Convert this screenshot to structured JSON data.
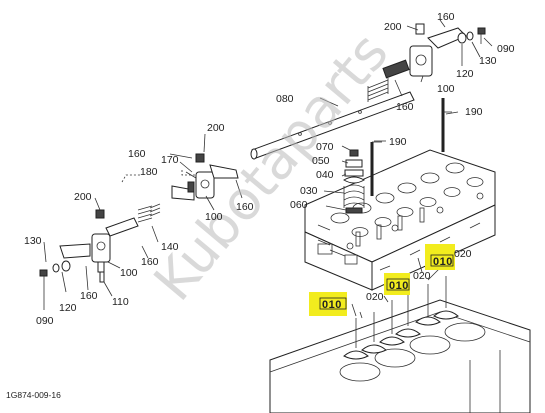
{
  "diagram": {
    "reference": "1G874-009-16",
    "watermark": "Kubotaparts",
    "labels": [
      {
        "id": "p200a",
        "text": "200"
      },
      {
        "id": "p160a",
        "text": "160"
      },
      {
        "id": "p090a",
        "text": "090"
      },
      {
        "id": "p120a",
        "text": "120"
      },
      {
        "id": "p130a",
        "text": "130"
      },
      {
        "id": "p080",
        "text": "080"
      },
      {
        "id": "p160b",
        "text": "160"
      },
      {
        "id": "p100a",
        "text": "100"
      },
      {
        "id": "p190a",
        "text": "190"
      },
      {
        "id": "p200b",
        "text": "200"
      },
      {
        "id": "p160c",
        "text": "160"
      },
      {
        "id": "p170",
        "text": "170"
      },
      {
        "id": "p070",
        "text": "070"
      },
      {
        "id": "p050",
        "text": "050"
      },
      {
        "id": "p190b",
        "text": "190"
      },
      {
        "id": "p040",
        "text": "040"
      },
      {
        "id": "p180",
        "text": "180"
      },
      {
        "id": "p030",
        "text": "030"
      },
      {
        "id": "p200c",
        "text": "200"
      },
      {
        "id": "p160d",
        "text": "160"
      },
      {
        "id": "p100b",
        "text": "100"
      },
      {
        "id": "p060",
        "text": "060"
      },
      {
        "id": "p140",
        "text": "140"
      },
      {
        "id": "p130b",
        "text": "130"
      },
      {
        "id": "p100c",
        "text": "100"
      },
      {
        "id": "p160e",
        "text": "160"
      },
      {
        "id": "p120b",
        "text": "120"
      },
      {
        "id": "p160f",
        "text": "160"
      },
      {
        "id": "p110",
        "text": "110"
      },
      {
        "id": "p090b",
        "text": "090"
      },
      {
        "id": "p020a",
        "text": "020"
      },
      {
        "id": "p020b",
        "text": "020"
      },
      {
        "id": "p020c",
        "text": "020"
      }
    ],
    "highlights": [
      {
        "id": "h010a",
        "text": "010"
      },
      {
        "id": "h010b",
        "text": "010"
      },
      {
        "id": "h010c",
        "text": "010"
      }
    ],
    "colors": {
      "highlight": "#f2ec1e",
      "line": "#222222",
      "watermark": "#b9b9b9"
    }
  }
}
